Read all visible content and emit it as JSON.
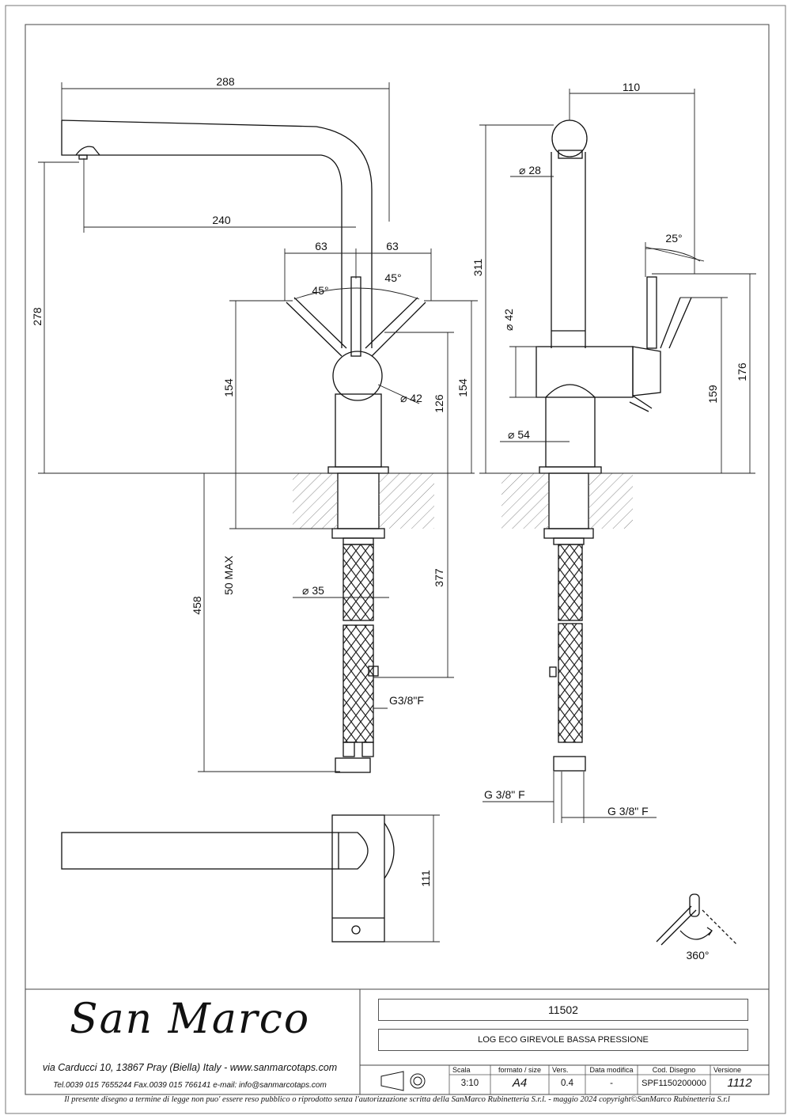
{
  "dimensions": {
    "d288": "288",
    "d240": "240",
    "d278": "278",
    "d63a": "63",
    "d63b": "63",
    "deg45a": "45°",
    "deg45b": "45°",
    "d154a": "154",
    "d154b": "154",
    "d126": "126",
    "dia42a": "42",
    "d458": "458",
    "d50max": "50 MAX",
    "dia35": "35",
    "d377": "377",
    "g38f_a": "G3/8\"F",
    "d110": "110",
    "dia28": "28",
    "d311": "311",
    "deg25": "25°",
    "dia42b": "42",
    "dia54": "54",
    "d159": "159",
    "d176": "176",
    "g38f_b": "G 3/8\" F",
    "g38f_c": "G 3/8\" F",
    "d111": "111",
    "rot360": "360°"
  },
  "title_block": {
    "logo_text": "San Marco",
    "address": "via Carducci 10, 13867 Pray (Biella) Italy - www.sanmarcotaps.com",
    "contacts": "Tel.0039 015 7655244 Fax.0039 015 766141 e-mail: info@sanmarcotaps.com",
    "article_number": "11502",
    "description": "LOG ECO GIREVOLE BASSA PRESSIONE",
    "headers": {
      "scala": "Scala",
      "formato": "formato / size",
      "vers": "Vers.",
      "data_modifica": "Data modifica",
      "cod_disegno": "Cod. Disegno",
      "versione": "Versione"
    },
    "values": {
      "scala": "3:10",
      "formato": "A4",
      "vers": "0.4",
      "data_modifica": "-",
      "cod_disegno": "SPF1150200000",
      "versione": "1112"
    },
    "footer": "Il presente disegno a termine di legge non puo' essere reso pubblico o riprodotto senza l'autorizzazione scritta della SanMarco Rubinetteria S.r.l. - maggio 2024 copyright©SanMarco Rubinetteria S.r.l"
  }
}
